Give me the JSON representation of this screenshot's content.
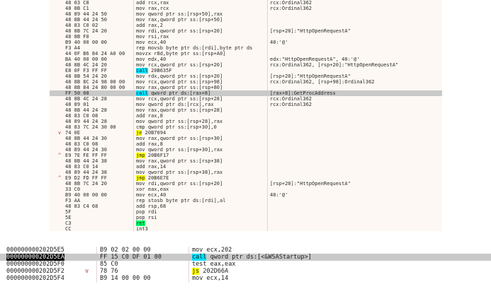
{
  "upper": {
    "rows": [
      {
        "mark": "",
        "bytes": "48 03 C8",
        "ins": "add rcx,rax",
        "cmt": "rcx:Ordinal362"
      },
      {
        "mark": "",
        "bytes": "48 8B C1",
        "ins": "mov rax,rcx",
        "cmt": "rcx:Ordinal362"
      },
      {
        "mark": "",
        "bytes": "48 89 44 24 50",
        "ins": "mov qword ptr ss:[rsp+50],rax",
        "cmt": ""
      },
      {
        "mark": "",
        "bytes": "48 8B 44 24 50",
        "ins": "mov rax,qword ptr ss:[rsp+50]",
        "cmt": ""
      },
      {
        "mark": "",
        "bytes": "48 83 C0 02",
        "ins": "add rax,2",
        "cmt": ""
      },
      {
        "mark": "",
        "bytes": "48 8B 7C 24 20",
        "ins": "mov rdi,qword ptr ss:[rsp+20]",
        "cmt": "[rsp+20]:\"HttpOpenRequestA\""
      },
      {
        "mark": "",
        "bytes": "48 8B F0",
        "ins": "mov rsi,rax",
        "cmt": ""
      },
      {
        "mark": "",
        "bytes": "B9 40 00 00 00",
        "ins": "mov ecx,40",
        "cmt": "40:'@'"
      },
      {
        "mark": "",
        "bytes": "F3 A4",
        "ins": "rep movsb byte ptr ds:[rdi],byte ptr ds",
        "cmt": ""
      },
      {
        "mark": "",
        "bytes": "44 0F B6 84 24 A0 00",
        "ins": "movzx r8d,byte ptr ss:[rsp+A0]",
        "cmt": ""
      },
      {
        "mark": "",
        "bytes": "BA 40 00 00 00",
        "ins": "mov edx,40",
        "cmt": "edx:\"HttpOpenRequestA\", 40:'@'"
      },
      {
        "mark": "",
        "bytes": "48 8B 4C 24 20",
        "ins": "mov rcx,qword ptr ss:[rsp+20]",
        "cmt": "rcx:Ordinal362, [rsp+20]:\"HttpOpenRequestA\""
      },
      {
        "mark": "",
        "bytes": "E8 0F F3 FF FF",
        "ins": "call 20B635F",
        "cmt": "",
        "kw": "call"
      },
      {
        "mark": "",
        "bytes": "48 8B 54 24 20",
        "ins": "mov rdx,qword ptr ss:[rsp+20]",
        "cmt": "[rsp+20]:\"HttpOpenRequestA\""
      },
      {
        "mark": "",
        "bytes": "48 8B 8C 24 98 00 00",
        "ins": "mov rcx,qword ptr ss:[rsp+98]",
        "cmt": "rcx:Ordinal362, [rsp+98]:Ordinal362"
      },
      {
        "mark": "",
        "bytes": "48 8B 84 24 80 00 00",
        "ins": "mov rax,qword ptr ss:[rsp+80]",
        "cmt": ""
      },
      {
        "mark": "",
        "bytes": "FF 50 08",
        "ins": "call qword ptr ds:[rax+8]",
        "cmt": "[rax+8]:GetProcAddress",
        "kw": "call",
        "sel": true
      },
      {
        "mark": "",
        "bytes": "48 8B 4C 24 28",
        "ins": "mov rcx,qword ptr ss:[rsp+28]",
        "cmt": "rcx:Ordinal362"
      },
      {
        "mark": "",
        "bytes": "48 89 01",
        "ins": "mov qword ptr ds:[rcx],rax",
        "cmt": "rcx:Ordinal362"
      },
      {
        "mark": "",
        "bytes": "48 8B 44 24 28",
        "ins": "mov rax,qword ptr ss:[rsp+28]",
        "cmt": ""
      },
      {
        "mark": "",
        "bytes": "48 83 C0 08",
        "ins": "add rax,8",
        "cmt": ""
      },
      {
        "mark": "",
        "bytes": "48 89 44 24 28",
        "ins": "mov qword ptr ss:[rsp+28],rax",
        "cmt": ""
      },
      {
        "mark": "",
        "bytes": "48 83 7C 24 30 00",
        "ins": "cmp qword ptr ss:[rsp+30],0",
        "cmt": ""
      },
      {
        "mark": "v",
        "bytes": "74 0E",
        "ins": "je 20B7094",
        "cmt": "",
        "kw": "jmp"
      },
      {
        "mark": "",
        "bytes": "48 8B 44 24 30",
        "ins": "mov rax,qword ptr ss:[rsp+30]",
        "cmt": ""
      },
      {
        "mark": "",
        "bytes": "48 83 C0 08",
        "ins": "add rax,8",
        "cmt": ""
      },
      {
        "mark": "",
        "bytes": "48 89 44 24 30",
        "ins": "mov qword ptr ss:[rsp+30],rax",
        "cmt": ""
      },
      {
        "mark": "^",
        "bytes": "E9 7E FE FF FF",
        "ins": "jmp 20B6F17",
        "cmt": "",
        "kw": "jmp"
      },
      {
        "mark": "",
        "bytes": "48 8B 44 24 38",
        "ins": "mov rax,qword ptr ss:[rsp+38]",
        "cmt": ""
      },
      {
        "mark": "",
        "bytes": "48 83 C0 14",
        "ins": "add rax,14",
        "cmt": ""
      },
      {
        "mark": "",
        "bytes": "48 89 44 24 38",
        "ins": "mov qword ptr ss:[rsp+38],rax",
        "cmt": ""
      },
      {
        "mark": "^",
        "bytes": "E9 D2 FD FF FF",
        "ins": "jmp 20B6E7E",
        "cmt": "",
        "kw": "jmp"
      },
      {
        "mark": "",
        "bytes": "48 8B 7C 24 20",
        "ins": "mov rdi,qword ptr ss:[rsp+20]",
        "cmt": "[rsp+20]:\"HttpOpenRequestA\""
      },
      {
        "mark": "",
        "bytes": "33 C0",
        "ins": "xor eax,eax",
        "cmt": ""
      },
      {
        "mark": "",
        "bytes": "B9 40 00 00 00",
        "ins": "mov ecx,40",
        "cmt": "40:'@'"
      },
      {
        "mark": "",
        "bytes": "F3 AA",
        "ins": "rep stosb byte ptr ds:[rdi],al",
        "cmt": ""
      },
      {
        "mark": "",
        "bytes": "48 83 C4 68",
        "ins": "add rsp,68",
        "cmt": ""
      },
      {
        "mark": "",
        "bytes": "5F",
        "ins": "pop rdi",
        "cmt": ""
      },
      {
        "mark": "",
        "bytes": "5E",
        "ins": "pop rsi",
        "cmt": ""
      },
      {
        "mark": "",
        "bytes": "C3",
        "ins": "ret",
        "cmt": "",
        "kw": "ret"
      },
      {
        "mark": "",
        "bytes": "CC",
        "ins": "int3",
        "cmt": ""
      }
    ]
  },
  "lower": {
    "rows": [
      {
        "addr": "000000000202D5E5",
        "mark": "",
        "bytes": "B9 02 02 00 00",
        "ins": "mov ecx,202"
      },
      {
        "addr": "000000000202D5EA",
        "mark": "",
        "bytes": "FF 15 C0 DF 01 00",
        "ins": "call qword ptr ds:[<&WSAStartup>]",
        "kw": "call",
        "sel": true
      },
      {
        "addr": "000000000202D5F0",
        "mark": "",
        "bytes": "85 C0",
        "ins": "test eax,eax"
      },
      {
        "addr": "000000000202D5F2",
        "mark": "v",
        "bytes": "78 76",
        "ins": "js 202D66A",
        "kw": "jmp"
      },
      {
        "addr": "000000000202D5F4",
        "mark": "",
        "bytes": "B9 14 00 00 00",
        "ins": "mov ecx,14"
      }
    ]
  }
}
